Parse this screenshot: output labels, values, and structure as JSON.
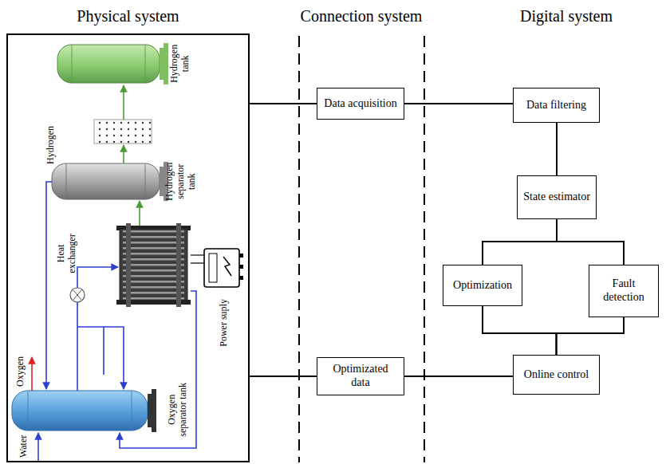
{
  "diagram": {
    "nodes": [
      {
        "text": [
          "Physical system"
        ]
      },
      {
        "text": [
          "Data acquisition"
        ]
      },
      {
        "text": [
          "Data filtering"
        ]
      },
      {
        "text": [
          "State estimator"
        ]
      },
      {
        "text": [
          "Optimization"
        ]
      },
      {
        "text": [
          "Fault detection"
        ]
      },
      {
        "text": [
          "Optimizated data"
        ]
      },
      {
        "text": [
          "Online control"
        ]
      }
    ],
    "edges": [
      {
        "from": 0,
        "to": 1,
        "arrow": "none"
      },
      {
        "from": 1,
        "to": 2,
        "arrow": "none"
      },
      {
        "from": 2,
        "to": 3,
        "arrow": "none"
      },
      {
        "from": 3,
        "to": 4,
        "arrow": "none"
      },
      {
        "from": 3,
        "to": 5,
        "arrow": "none"
      },
      {
        "from": 4,
        "to": 7,
        "arrow": "none"
      },
      {
        "from": 5,
        "to": 7,
        "arrow": "none"
      },
      {
        "from": 7,
        "to": 6,
        "arrow": "none"
      },
      {
        "from": 6,
        "to": 0,
        "arrow": "none"
      }
    ],
    "labels": [
      "Connection system",
      "Digital system",
      "Hydrogen tank",
      "Hydrogen",
      "Hydrogen separator tank",
      "Heat exchanger",
      "Power suply",
      "Oxygen separator tank",
      "Oxygen",
      "Water"
    ]
  }
}
